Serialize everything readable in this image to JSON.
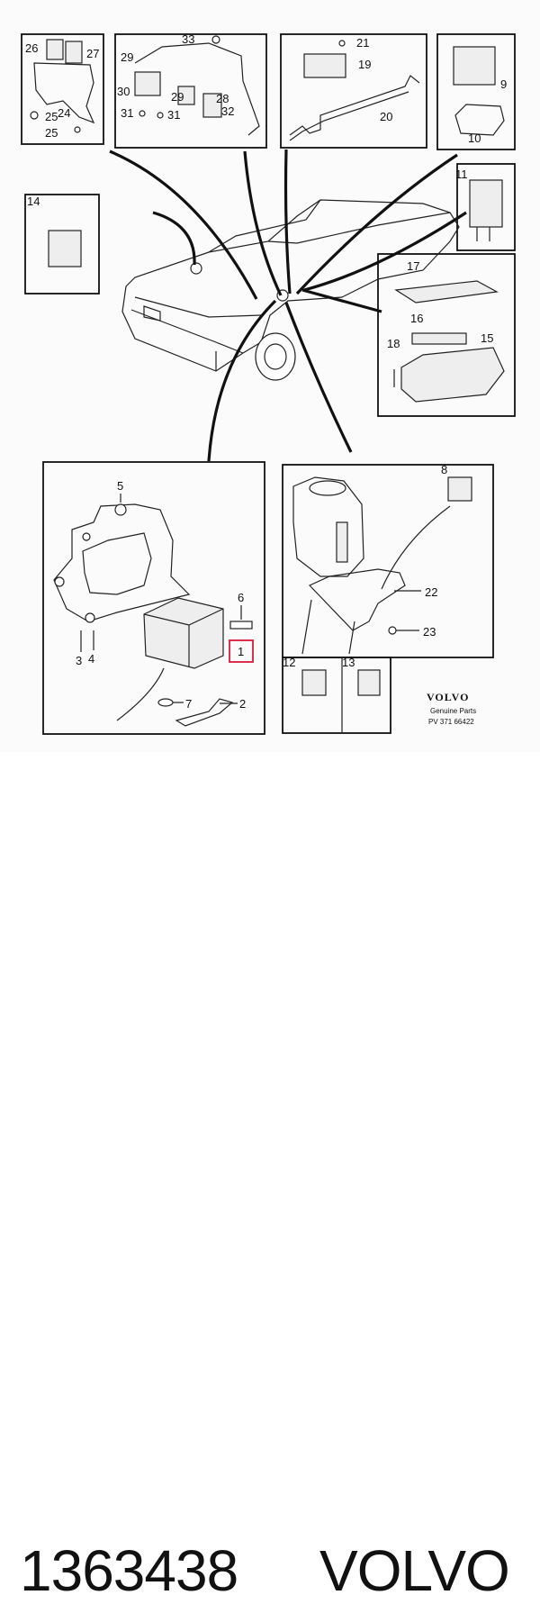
{
  "diagram": {
    "callouts": {
      "c1": "1",
      "c2": "2",
      "c3": "3",
      "c4": "4",
      "c5": "5",
      "c6": "6",
      "c7": "7",
      "c8": "8",
      "c9": "9",
      "c10": "10",
      "c11": "11",
      "c12": "12",
      "c13": "13",
      "c14": "14",
      "c15": "15",
      "c16": "16",
      "c17": "17",
      "c18": "18",
      "c19": "19",
      "c20": "20",
      "c21": "21",
      "c22": "22",
      "c23": "23",
      "c24": "24",
      "c25a": "25",
      "c25b": "25",
      "c26": "26",
      "c27": "27",
      "c28": "28",
      "c29a": "29",
      "c29b": "29",
      "c30": "30",
      "c31a": "31",
      "c31b": "31",
      "c32": "32",
      "c33": "33"
    },
    "highlighted_callout": "1",
    "highlight_color": "#d81b3c",
    "brand_logo": "VOLVO",
    "brand_subtitle": "Genuine Parts",
    "catalog_ref": "PV 371 66422"
  },
  "footer": {
    "part_number": "1363438",
    "brand": "VOLVO"
  }
}
